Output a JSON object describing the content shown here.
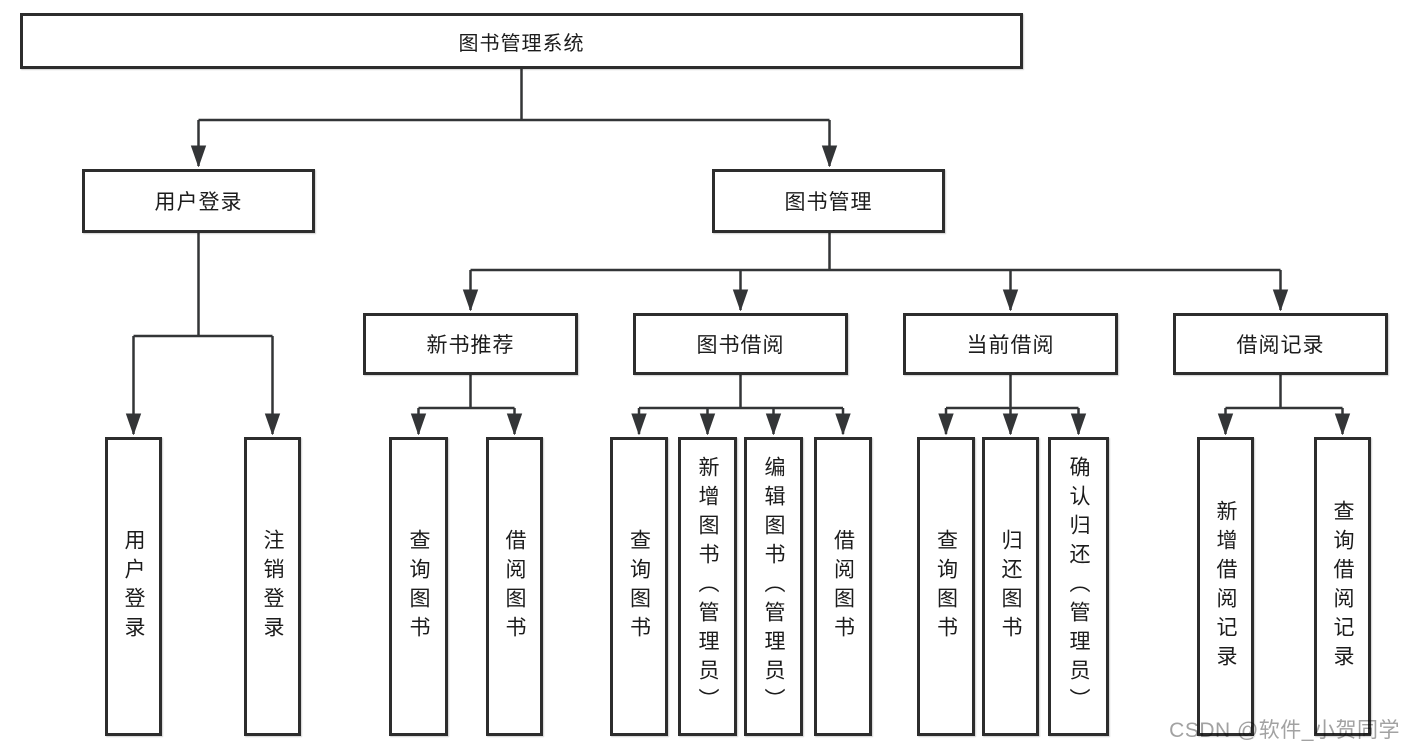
{
  "diagram": {
    "title": "图书管理系统",
    "level2": [
      "用户登录",
      "图书管理"
    ],
    "level3": [
      "新书推荐",
      "图书借阅",
      "当前借阅",
      "借阅记录"
    ],
    "leaves": {
      "user_login": [
        "用户登录",
        "注销登录"
      ],
      "new_book_rec": [
        "查询图书",
        "借阅图书"
      ],
      "book_borrow": [
        "查询图书",
        "新增图书（管理员）",
        "编辑图书（管理员）",
        "借阅图书"
      ],
      "current_borrow": [
        "查询图书",
        "归还图书",
        "确认归还（管理员）"
      ],
      "borrow_records": [
        "新增借阅记录",
        "查询借阅记录"
      ]
    },
    "colors": {
      "line": "#333537",
      "box_border": "#2d2d2d",
      "box_fill": "#ffffff",
      "text": "#1c1c1c",
      "watermark": "#a2a2a2",
      "background": "#ffffff"
    }
  },
  "watermark": "CSDN @软件_小贺同学"
}
